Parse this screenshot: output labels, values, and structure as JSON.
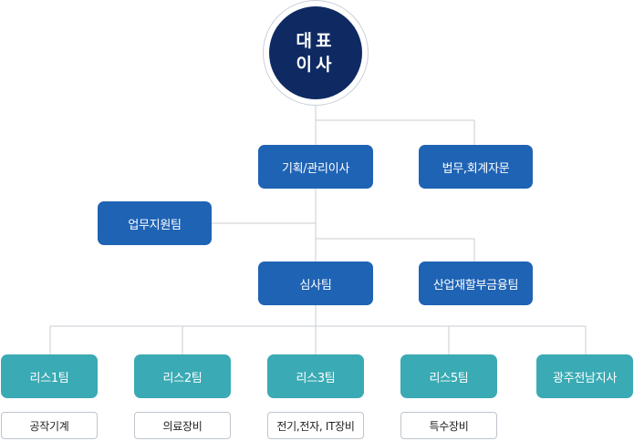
{
  "ceo": {
    "line1": "대표",
    "line2": "이사"
  },
  "level2": {
    "planning": "기획/관리이사",
    "legal": "법무,회계자문"
  },
  "support": "업무지원팀",
  "review": "심사팀",
  "industrial": "산업재할부금융팀",
  "teams": [
    {
      "label": "리스1팀",
      "sub": "공작기계"
    },
    {
      "label": "리스2팀",
      "sub": "의료장비"
    },
    {
      "label": "리스3팀",
      "sub": "전기,전자, IT장비"
    },
    {
      "label": "리스5팀",
      "sub": "특수장비"
    },
    {
      "label": "광주전남지사"
    }
  ],
  "colors": {
    "navy": "#0f2a63",
    "blue": "#1f63b4",
    "teal": "#3aaab4",
    "line": "#c8cdd3"
  }
}
